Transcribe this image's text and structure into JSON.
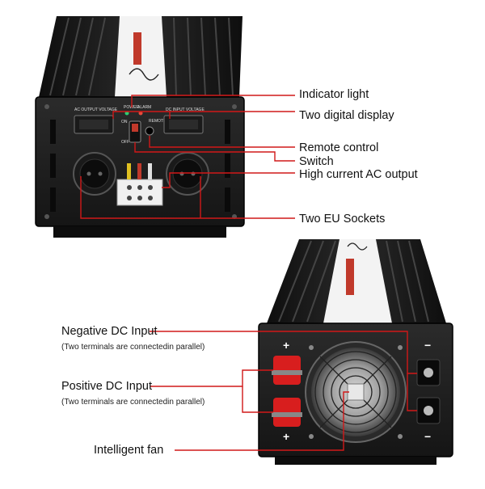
{
  "labels": {
    "indicator_light": "Indicator light",
    "digital_display": "Two digital display",
    "remote_control": "Remote control",
    "switch": "Switch",
    "ac_output": "High current AC output",
    "eu_sockets": "Two EU Sockets",
    "negative_dc": "Negative DC Input",
    "negative_dc_note": "(Two terminals are connectedin parallel)",
    "positive_dc": "Positive DC Input",
    "positive_dc_note": "(Two terminals are connectedin parallel)",
    "fan": "Intelligent fan"
  },
  "panel_text": {
    "ac_output_voltage": "AC OUTPUT VOLTAGE",
    "dc_input_voltage": "DC INPUT VOLTAGE",
    "power": "POWER",
    "alarm": "ALARM",
    "remote": "REMOTE",
    "on": "ON",
    "off": "OFF",
    "plus": "+",
    "minus": "−"
  },
  "colors": {
    "callout_line": "#d11818",
    "body": "#1b1b1b",
    "terminal_red": "#d81e1e"
  }
}
